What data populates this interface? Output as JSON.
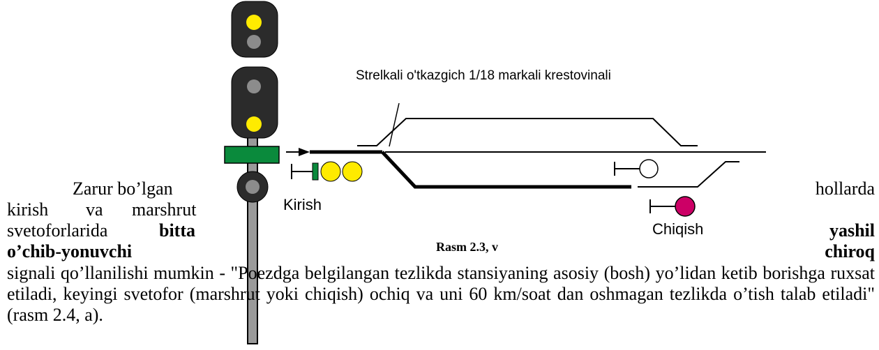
{
  "figure": {
    "label_switch": "Strelkali o'tkazgich 1/18 markali krestovinali",
    "label_entry": "Kirish",
    "label_exit": "Chiqish",
    "caption": "Rasm 2.3, v",
    "colors": {
      "yellow": "#ffeb00",
      "gray": "#8c8c8c",
      "green": "#0a8a3c",
      "magenta": "#cc0066",
      "black": "#000000"
    }
  },
  "text": {
    "line1_left": "Zarur bo’lgan",
    "line1_right": "hollarda",
    "line2_a": "kirish",
    "line2_b": "va",
    "line2_c": "marshrut",
    "line3_a": "svetoforlarida",
    "line3_bold1": "bitta",
    "line3_bold2": "yashil",
    "line4_bold1": "o’chib-yonuvchi",
    "line4_bold2": "chiroq",
    "paragraph": "signali qo’llanilishi mumkin - \"Poezdga belgilangan tezlikda stansiyaning asosiy (bosh) yo’lidan ketib borishga ruxsat etiladi, keyingi svetofor (marshrut yoki chiqish) ochiq va uni 60 km/soat dan oshmagan tezlikda o’tish talab etiladi\" (rasm 2.4, a)."
  }
}
